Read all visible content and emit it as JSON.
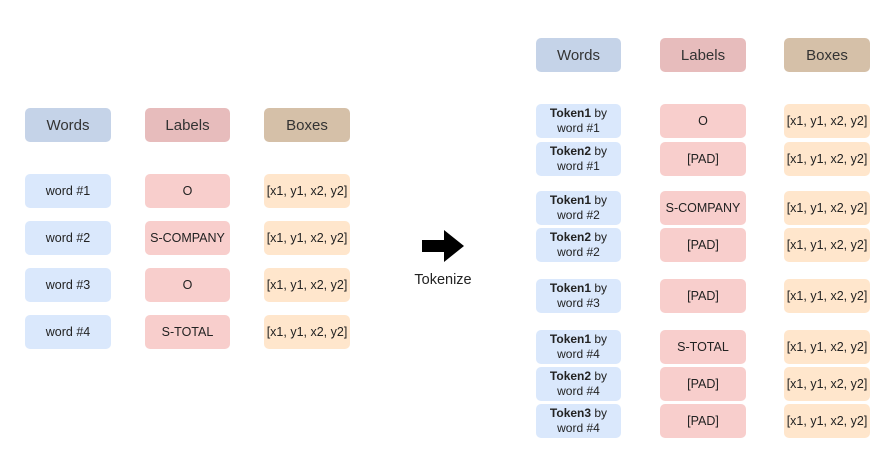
{
  "left": {
    "headers": {
      "words": "Words",
      "labels": "Labels",
      "boxes": "Boxes"
    },
    "rows": [
      {
        "word": "word #1",
        "label": "O",
        "box": "[x1, y1, x2, y2]"
      },
      {
        "word": "word #2",
        "label": "S-COMPANY",
        "box": "[x1, y1, x2, y2]"
      },
      {
        "word": "word #3",
        "label": "O",
        "box": "[x1, y1, x2, y2]"
      },
      {
        "word": "word #4",
        "label": "S-TOTAL",
        "box": "[x1, y1, x2, y2]"
      }
    ]
  },
  "arrow": {
    "label": "Tokenize",
    "icon": "right-arrow-icon"
  },
  "right": {
    "headers": {
      "words": "Words",
      "labels": "Labels",
      "boxes": "Boxes"
    },
    "rows": [
      {
        "token": "Token1",
        "by": " by",
        "word": "word #1",
        "label": "O",
        "box": "[x1, y1, x2, y2]"
      },
      {
        "token": "Token2",
        "by": " by",
        "word": "word #1",
        "label": "[PAD]",
        "box": "[x1, y1, x2, y2]"
      },
      {
        "token": "Token1",
        "by": " by",
        "word": "word #2",
        "label": "S-COMPANY",
        "box": "[x1, y1, x2, y2]"
      },
      {
        "token": "Token2",
        "by": " by",
        "word": "word #2",
        "label": "[PAD]",
        "box": "[x1, y1, x2, y2]"
      },
      {
        "token": "Token1",
        "by": " by",
        "word": "word #3",
        "label": "[PAD]",
        "box": "[x1, y1, x2, y2]"
      },
      {
        "token": "Token1",
        "by": " by",
        "word": "word #4",
        "label": "S-TOTAL",
        "box": "[x1, y1, x2, y2]"
      },
      {
        "token": "Token2",
        "by": " by",
        "word": "word #4",
        "label": "[PAD]",
        "box": "[x1, y1, x2, y2]"
      },
      {
        "token": "Token3",
        "by": " by",
        "word": "word #4",
        "label": "[PAD]",
        "box": "[x1, y1, x2, y2]"
      }
    ]
  },
  "colors": {
    "words": "#dae8fc",
    "labels": "#f8cecc",
    "boxes": "#ffe6cc",
    "words_header": "#c5d3e8",
    "labels_header": "#e7bcbc",
    "boxes_header": "#d5c0a8"
  }
}
